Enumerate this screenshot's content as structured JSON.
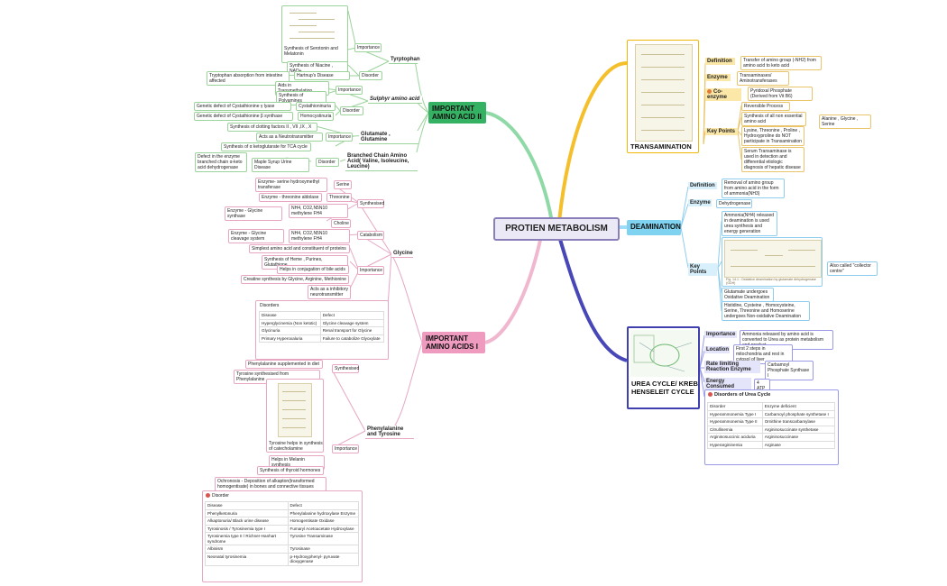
{
  "central": "PROTIEN METABOLISM",
  "branches": {
    "aa2": {
      "title": "IMPORTANT AMINO ACID II",
      "tryptophan": "Tyrptophan",
      "importance": "Importance",
      "serotonin": "Synthesis of Serotonin and Melatonin",
      "niacin": "Synthesis of Niacine , NAD+",
      "disorder": "Disorder",
      "hartnup": "Hartnup's Disease",
      "absorption": "Tryptophan absorption from intestine affected",
      "sulphur": "Sulphyr amino acid",
      "transmethylation": "Aids in Transmethylation",
      "polyamines": "Synthesis of Polyamines",
      "importance2": "Importance",
      "disorder2": "Disorder",
      "cystathioninuria": "Cystathioninuria",
      "homocystinuria": "Homocystinuria",
      "cyst_lyase": "Genetic defect of Cystathionine γ lyase",
      "cyst_synthase": "Genetic defect of Cystathionine β synthase",
      "glutamate": "Glutamate , Glutamine",
      "clotting": "Synthesis of clotting factors II , VII ,IX , X",
      "neurotransmitter": "Acts as a Neutrotransmitter",
      "importance3": "Importance",
      "ketoglutarate": "Synthesis of α ketoglutarate for TCA cycle",
      "bcaa": "Branched Chain Amino Acid( Valine, Isoleucine, Leucine)",
      "disorder3": "Disorder",
      "msud": "Maple Syrup Urine Disease",
      "bcaa_defect": "Defect in the enzyme branched chain α-keto acid dehydrogenase"
    },
    "aa1": {
      "title": "IMPORTANT AMINO ACIDS I",
      "glycine": "Glycine",
      "synthesised": "Synthesised",
      "serine": "Serine",
      "serine_enzyme": "Enzyme- serine hydroxymethyl transferase",
      "threonine": "Threonine",
      "threonine_enzyme": "Enzyme - threonine aldolase",
      "nh4": "NH4, CO2,N5N10 methylene FH4",
      "glycine_synthase": "Enzyme - Glycine synthase",
      "choline": "Choline",
      "catabolism": "Catabolism",
      "nh4b": "NH4, CO2,N5N10 methylene FH4",
      "cleavage": "Enzyme - Glycine cleavage system",
      "importance": "Importance",
      "simplest": "Simplest amino acid and constituent of proteins",
      "heme": "Synthesis of Heme , Purines, Glutathione",
      "bile": "Helps in conjugation of bile acids",
      "creatine": "Creatine synthesis by Glycine, Arginine, Methionine",
      "inhibitory": "Acts as a inhibitory neurotransmitter",
      "disorders": "Disorders",
      "gly_table": [
        [
          "Disease",
          "Defect"
        ],
        [
          "Hyperglycinemia (Non ketotic)",
          "Glycine cleavage system"
        ],
        [
          "Glycinuria",
          "Renal transport for Glycine"
        ],
        [
          "Primary Hyperoxaluria",
          "Failure to catabolize Glyoxylate"
        ]
      ],
      "phe_tyr": "Phenylalanine and Tyrosine",
      "synthesised2": "Synthesised",
      "phe_diet": "Phenylalanine supplemented in diet",
      "tyr_from_phe": "Tyrosine synthesised from Phenylalanine",
      "importance2": "Importance",
      "catecholamine": "Tyrosine helps in synthesis of catecholamine",
      "melanin": "Helps in Melanin synthesis",
      "thyroid": "Synthesis of thyroid hormones",
      "ochronosis": "Ochronosis - Deposition of alkapton(transformed homogentisate) in bones and connective tissues",
      "disorder_title": "Disorder",
      "phe_table": [
        [
          "Disease",
          "Defect"
        ],
        [
          "Phenylketonuria",
          "Phenylalanine hydroxylase Enzyme"
        ],
        [
          "Alkaptonuria/ Black urine disease",
          "Homogentisate Oxidase"
        ],
        [
          "Tyrosinosis / Tyrosinemia type I",
          "Fumaryl Acetoacetate Hydroxylase"
        ],
        [
          "Tyrosinemia type II / Richner-Hanhart syndrome",
          "Tyrosine Transaminase"
        ],
        [
          "Albinism",
          "Tyrosinase"
        ],
        [
          "Neonatal tyrosinemia",
          "p-Hydroxyphenyl- pyruvate dioxygenase"
        ]
      ]
    },
    "transamination": {
      "title": "TRANSAMINATION",
      "definition": "Definition",
      "definition_text": "Transfer of amino group (-NH2) from amino acid to keto acid",
      "enzyme": "Enzyme",
      "enzyme_text": "Transaminases/ Aminotransferases",
      "coenzyme": "Co-enzyme",
      "coenzyme_text": "Pyridoxal Phosphate (Derived from Vit B6)",
      "key_points": "Key Points",
      "reversible": "Reversible Process",
      "nonessential": "Synthesis of all non essential amino acid",
      "exceptions": "Alanine , Glycine , Serine",
      "lysine": "Lysine, Threonine , Proline , Hydroxyproline do NOT participate in Transamination",
      "serum": "Serum Transaminase is used in detection and differential etiologic diagnosis of hepatic disease"
    },
    "deamination": {
      "title": "DEAMINATION",
      "definition": "Definition",
      "definition_text": "Removal of amino group from amino acid in the form of ammonia(NH3)",
      "enzyme": "Enzyme",
      "enzyme_text": "Dehydrogenase",
      "key_points": "Key Points",
      "ammonia": "Ammonia(NH4) released in deamination is used urea synthesis and energy generation",
      "collector": "Also called \"collector centre\"",
      "oxidative": "Glutamate undergoes Oxidative Deamination",
      "nonoxidative": "Histidine, Cysteine , Homocysteine, Serine, Threonine and Homoserine undergoes Non-oxidative Deamination",
      "figure_caption": "Fig. 14.1 : Oxidative deamination by glutamate dehydrogenase (GDH)"
    },
    "urea": {
      "title": "UREA CYCLE/ KREB HENSELEIT CYCLE",
      "importance": "Importance",
      "importance_text": "Ammonia released by amino acid is converted to Urea as protein metabolism end product",
      "location": "Location",
      "location_text": "First 2 steps in mitochondria and rest in cytosol of liver",
      "rate_limiting": "Rate limiting Reaction Enzyme",
      "rate_limiting_text": "Carbamoyl Phosphate Synthase I",
      "energy": "Energy Consumed",
      "energy_text": "4 ATP",
      "disorders_title": "Disorders of Urea Cycle",
      "table": [
        [
          "Disorder",
          "Enzyme deficient"
        ],
        [
          "Hyperammonemia Type I",
          "Carbamoyl phosphate synthetase I"
        ],
        [
          "Hyperammonemia Type II",
          "Ornithine transcarbamylase"
        ],
        [
          "Citrullinemia",
          "Argininosuccinate synthetase"
        ],
        [
          "Argininosuccinic aciduria",
          "Argininosuccinase"
        ],
        [
          "Hyperargininemia",
          "Arginase"
        ]
      ]
    }
  },
  "colors": {
    "green": "#35b163",
    "pink": "#ef9bc0",
    "yellow": "#f2b705",
    "blue": "#7fd2f0",
    "violet": "#3f3fb0",
    "central_border": "#8a7fb8"
  }
}
